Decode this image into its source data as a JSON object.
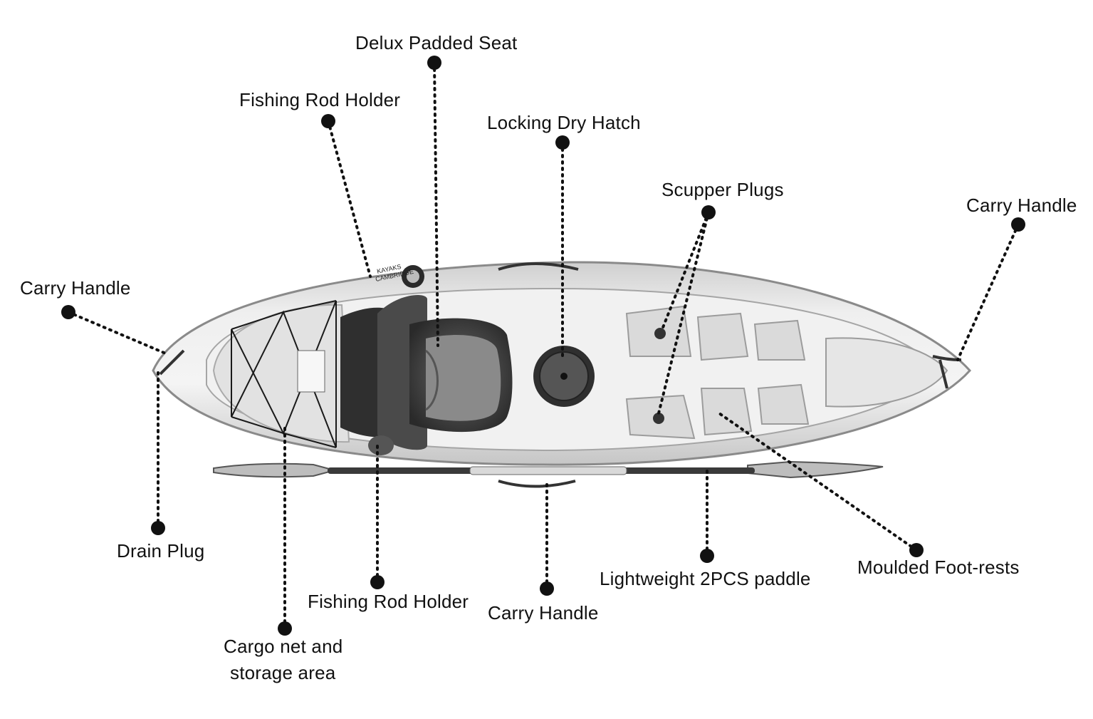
{
  "labels": {
    "delux_padded_seat": "Delux Padded Seat",
    "fishing_rod_holder_top": "Fishing Rod Holder",
    "locking_dry_hatch": "Locking Dry Hatch",
    "scupper_plugs": "Scupper Plugs",
    "carry_handle_right": "Carry Handle",
    "carry_handle_left": "Carry Handle",
    "drain_plug": "Drain Plug",
    "cargo_net_line1": "Cargo net and",
    "cargo_net_line2": "storage area",
    "fishing_rod_holder_bottom": "Fishing Rod Holder",
    "carry_handle_bottom": "Carry Handle",
    "lightweight_paddle": "Lightweight 2PCS paddle",
    "moulded_foot_rests": "Moulded Foot-rests",
    "brand_mark_line1": "CAMBRIDGE",
    "brand_mark_line2": "KAYAKS"
  },
  "colors": {
    "hull": "#e9e9e9",
    "hull_shadow": "#b9b9b9",
    "seat": "#3b3b3b",
    "leader": "#111111"
  }
}
